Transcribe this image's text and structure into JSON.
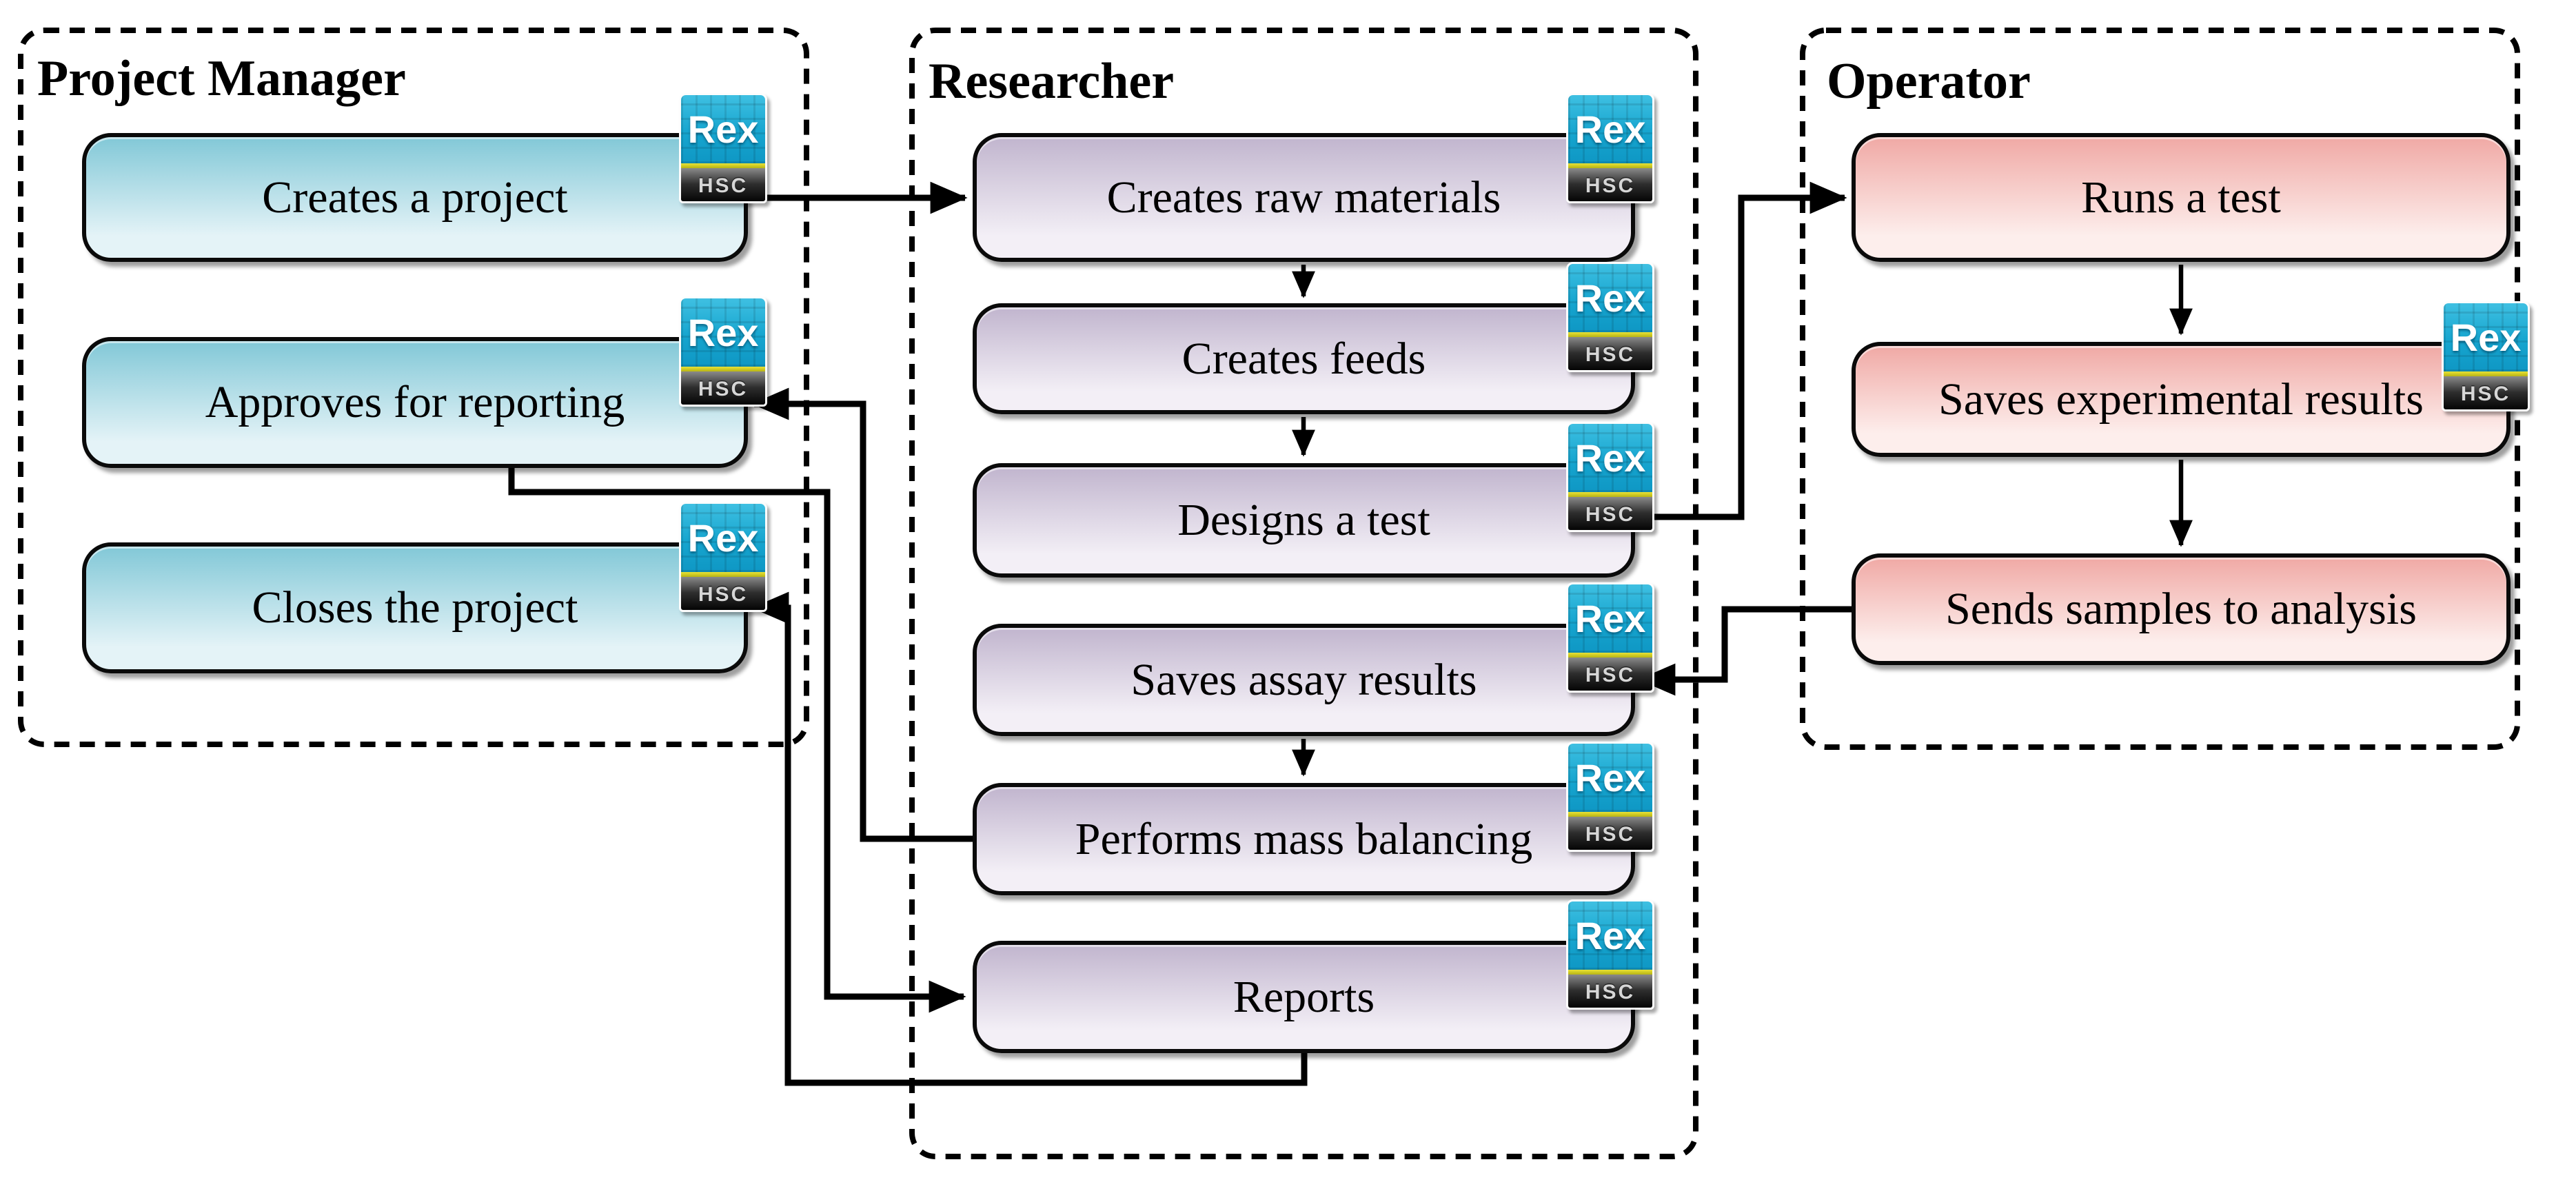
{
  "page": {
    "background": "#ffffff",
    "line_color": "#000000"
  },
  "badge": {
    "top": "Rex",
    "bottom": "HSC",
    "blue": "#16a5cf",
    "divider_yellow": "#ccd122",
    "hsc_bar": "#1a1a1a"
  },
  "lanes": [
    {
      "title": "Project Manager",
      "color_top": "#82c8d7",
      "color_bottom": "#e4f3f7",
      "boxes": [
        {
          "label": "Creates a project",
          "has_badge": true
        },
        {
          "label": "Approves for reporting",
          "has_badge": true
        },
        {
          "label": "Closes the project",
          "has_badge": true
        }
      ]
    },
    {
      "title": "Researcher",
      "color_top": "#c1b5ce",
      "color_bottom": "#f3eff6",
      "boxes": [
        {
          "label": "Creates raw materials",
          "has_badge": true
        },
        {
          "label": "Creates feeds",
          "has_badge": true
        },
        {
          "label": "Designs a test",
          "has_badge": true
        },
        {
          "label": "Saves assay results",
          "has_badge": true
        },
        {
          "label": "Performs mass balancing",
          "has_badge": true
        },
        {
          "label": "Reports",
          "has_badge": true
        }
      ]
    },
    {
      "title": "Operator",
      "color_top": "#f0a9a5",
      "color_bottom": "#fdeeec",
      "boxes": [
        {
          "label": "Runs a test",
          "has_badge": false
        },
        {
          "label": "Saves experimental results",
          "has_badge": true
        },
        {
          "label": "Sends samples to analysis",
          "has_badge": false
        }
      ]
    }
  ],
  "flows": [
    {
      "from": "Creates a project",
      "to": "Creates raw materials"
    },
    {
      "from": "Creates raw materials",
      "to": "Creates feeds"
    },
    {
      "from": "Creates feeds",
      "to": "Designs a test"
    },
    {
      "from": "Designs a test",
      "to": "Runs a test"
    },
    {
      "from": "Runs a test",
      "to": "Saves experimental results"
    },
    {
      "from": "Saves experimental results",
      "to": "Sends samples to analysis"
    },
    {
      "from": "Sends samples to analysis",
      "to": "Saves assay results"
    },
    {
      "from": "Saves assay results",
      "to": "Performs mass balancing"
    },
    {
      "from": "Performs mass balancing",
      "to": "Approves for reporting"
    },
    {
      "from": "Approves for reporting",
      "to": "Reports"
    },
    {
      "from": "Reports",
      "to": "Closes the project"
    }
  ]
}
